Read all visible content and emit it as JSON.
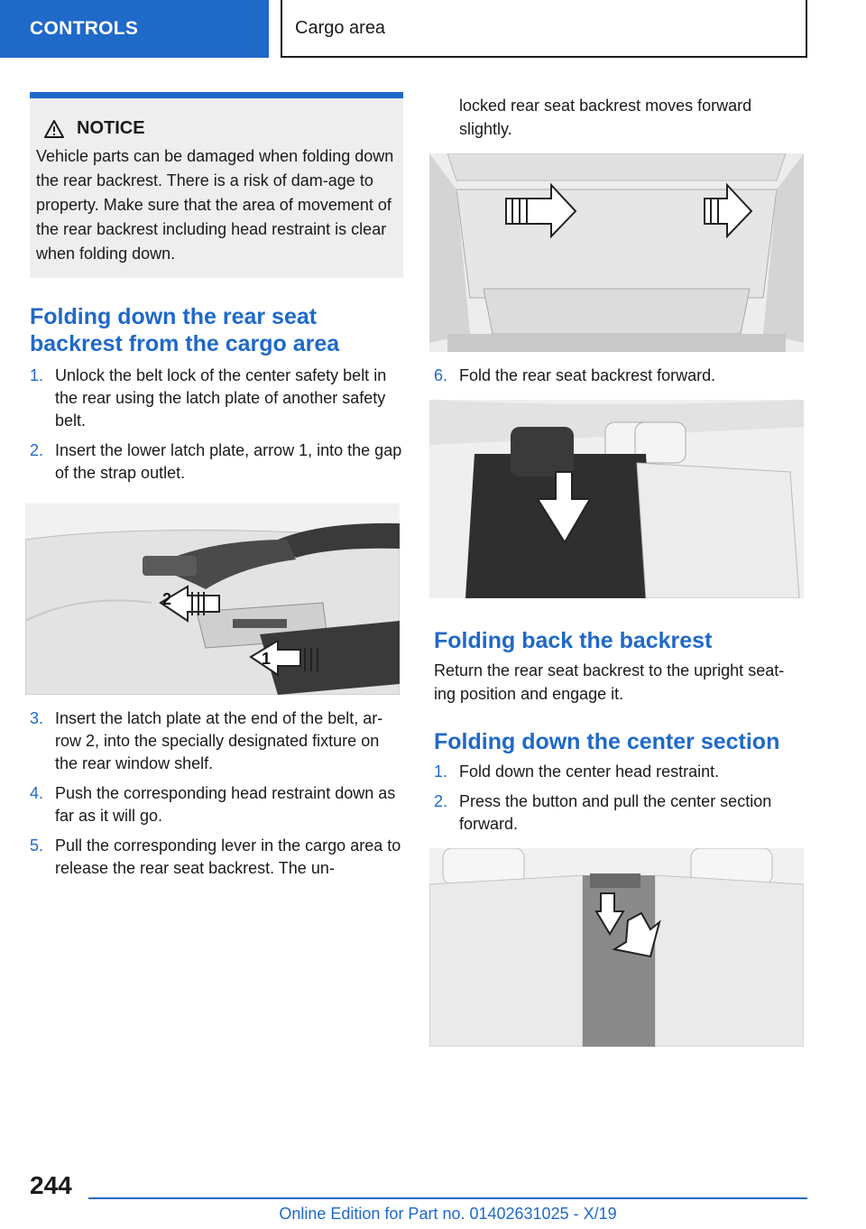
{
  "header": {
    "tab": "CONTROLS",
    "section": "Cargo area"
  },
  "notice": {
    "title": "NOTICE",
    "text": "Vehicle parts can be damaged when folding down the rear backrest. There is a risk of dam-age to property. Make sure that the area of movement of the rear backrest including head restraint is clear when folding down."
  },
  "section1": {
    "title": "Folding down the rear seat backrest from the cargo area",
    "steps": [
      {
        "num": "1.",
        "text": "Unlock the belt lock of the center safety belt in the rear using the latch plate of another safety belt."
      },
      {
        "num": "2.",
        "text": "Insert the lower latch plate, arrow 1, into the gap of the strap outlet."
      },
      {
        "num": "3.",
        "text": "Insert the latch plate at the end of the belt, ar-row 2, into the specially designated fixture on the rear window shelf."
      },
      {
        "num": "4.",
        "text": "Push the corresponding head restraint down as far as it will go."
      },
      {
        "num": "5.",
        "text": "Pull the corresponding lever in the cargo area to release the rear seat backrest. The un-"
      }
    ],
    "continuation": "locked rear seat backrest moves forward slightly.",
    "step6": {
      "num": "6.",
      "text": "Fold the rear seat backrest forward."
    },
    "figure_labels": [
      "2",
      "1"
    ]
  },
  "section2": {
    "title": "Folding back the backrest",
    "text": "Return the rear seat backrest to the upright seat-ing position and engage it."
  },
  "section3": {
    "title": "Folding down the center section",
    "steps": [
      {
        "num": "1.",
        "text": "Fold down the center head restraint."
      },
      {
        "num": "2.",
        "text": "Press the button and pull the center section forward."
      }
    ]
  },
  "footer": {
    "page": "244",
    "edition": "Online Edition for Part no. 01402631025 - X/19"
  },
  "colors": {
    "accent": "#1f69c9",
    "notice_bg": "#eeeeee"
  }
}
